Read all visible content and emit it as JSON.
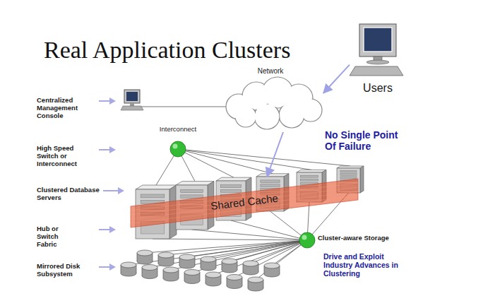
{
  "diagram": {
    "title": "Real Application Clusters",
    "nodes": [
      {
        "text": [
          "Network"
        ]
      },
      {
        "text": [
          "Users"
        ]
      },
      {
        "text": [
          "Interconnect"
        ]
      },
      {
        "text": [
          "Shared Cache"
        ]
      },
      {
        "text": [
          "Cluster-aware Storage"
        ]
      }
    ],
    "edges": [
      {
        "from": 1,
        "to": 0,
        "arrow": "to"
      },
      {
        "from": 0,
        "to": 3,
        "arrow": "to"
      }
    ],
    "labels": [
      "Centralized Management Console",
      "High Speed Switch or Interconnect",
      "Clustered Database Servers",
      "Hub or Switch Fabric",
      "Mirrored Disk Subsystem",
      "No Single Point Of Failure",
      "Drive and Exploit Industry Advances in Clustering"
    ]
  }
}
